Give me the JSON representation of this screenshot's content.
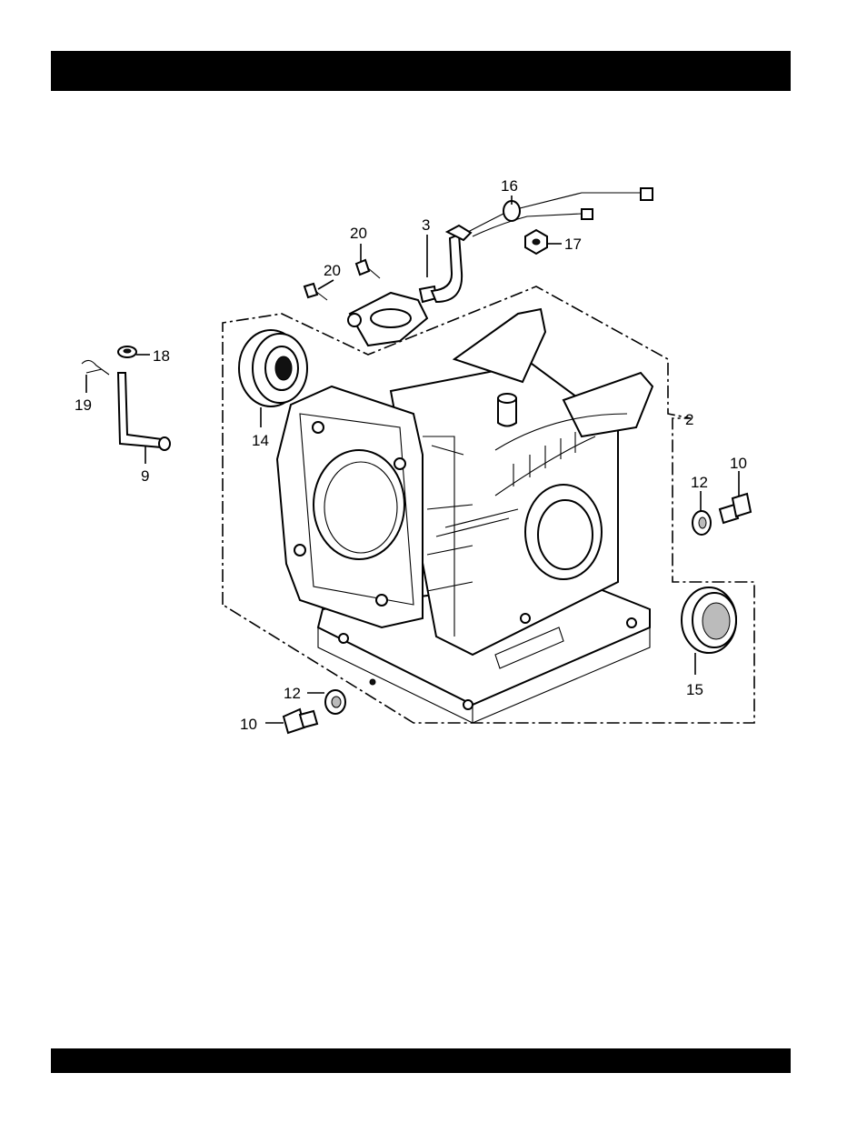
{
  "header_bar": {
    "text": ""
  },
  "footer_bar": {
    "text": ""
  },
  "callouts": {
    "c2": "2",
    "c3": "3",
    "c9": "9",
    "c10a": "10",
    "c10b": "10",
    "c12a": "12",
    "c12b": "12",
    "c14": "14",
    "c15": "15",
    "c16": "16",
    "c17": "17",
    "c18": "18",
    "c19": "19",
    "c20a": "20",
    "c20b": "20"
  }
}
